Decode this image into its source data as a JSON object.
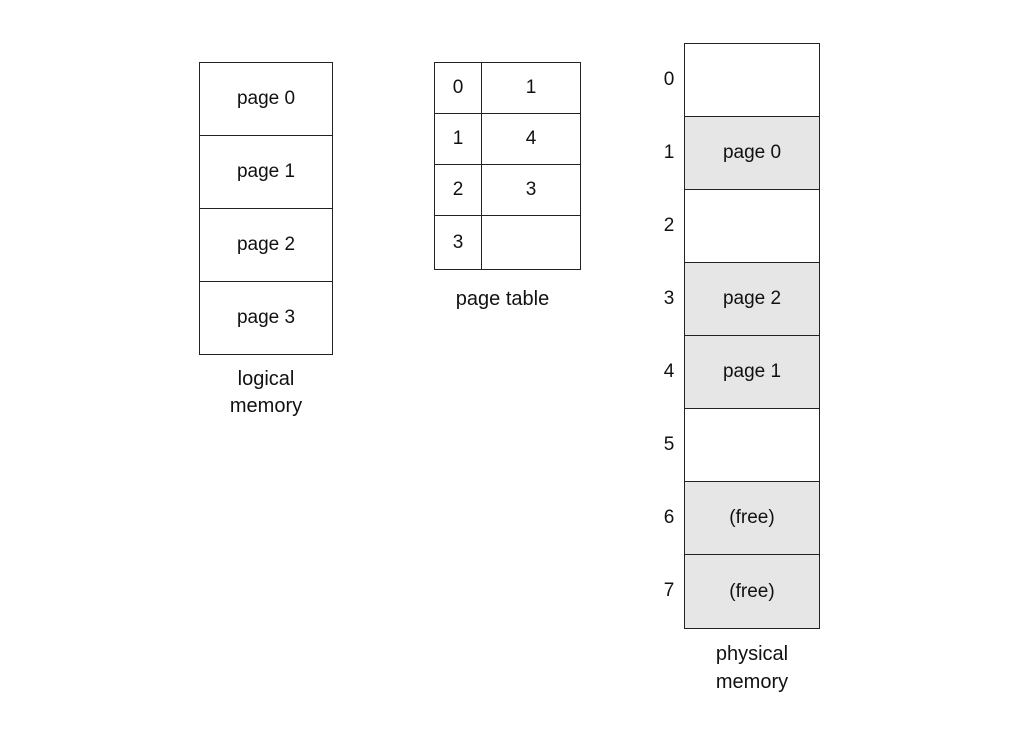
{
  "logical_memory": {
    "pages": [
      "page 0",
      "page 1",
      "page 2",
      "page 3"
    ],
    "caption_line1": "logical",
    "caption_line2": "memory"
  },
  "page_table": {
    "rows": [
      {
        "index": "0",
        "frame": "1"
      },
      {
        "index": "1",
        "frame": "4"
      },
      {
        "index": "2",
        "frame": "3"
      },
      {
        "index": "3",
        "frame": ""
      }
    ],
    "caption": "page table"
  },
  "physical_memory": {
    "frames": [
      {
        "number": "0",
        "content": "",
        "shaded": false
      },
      {
        "number": "1",
        "content": "page 0",
        "shaded": true
      },
      {
        "number": "2",
        "content": "",
        "shaded": false
      },
      {
        "number": "3",
        "content": "page 2",
        "shaded": true
      },
      {
        "number": "4",
        "content": "page 1",
        "shaded": true
      },
      {
        "number": "5",
        "content": "",
        "shaded": false
      },
      {
        "number": "6",
        "content": "(free)",
        "shaded": true
      },
      {
        "number": "7",
        "content": "(free)",
        "shaded": true
      }
    ],
    "caption_line1": "physical",
    "caption_line2": "memory"
  },
  "colors": {
    "shaded_fill": "#e6e6e6",
    "border": "#222222",
    "background": "#ffffff"
  }
}
